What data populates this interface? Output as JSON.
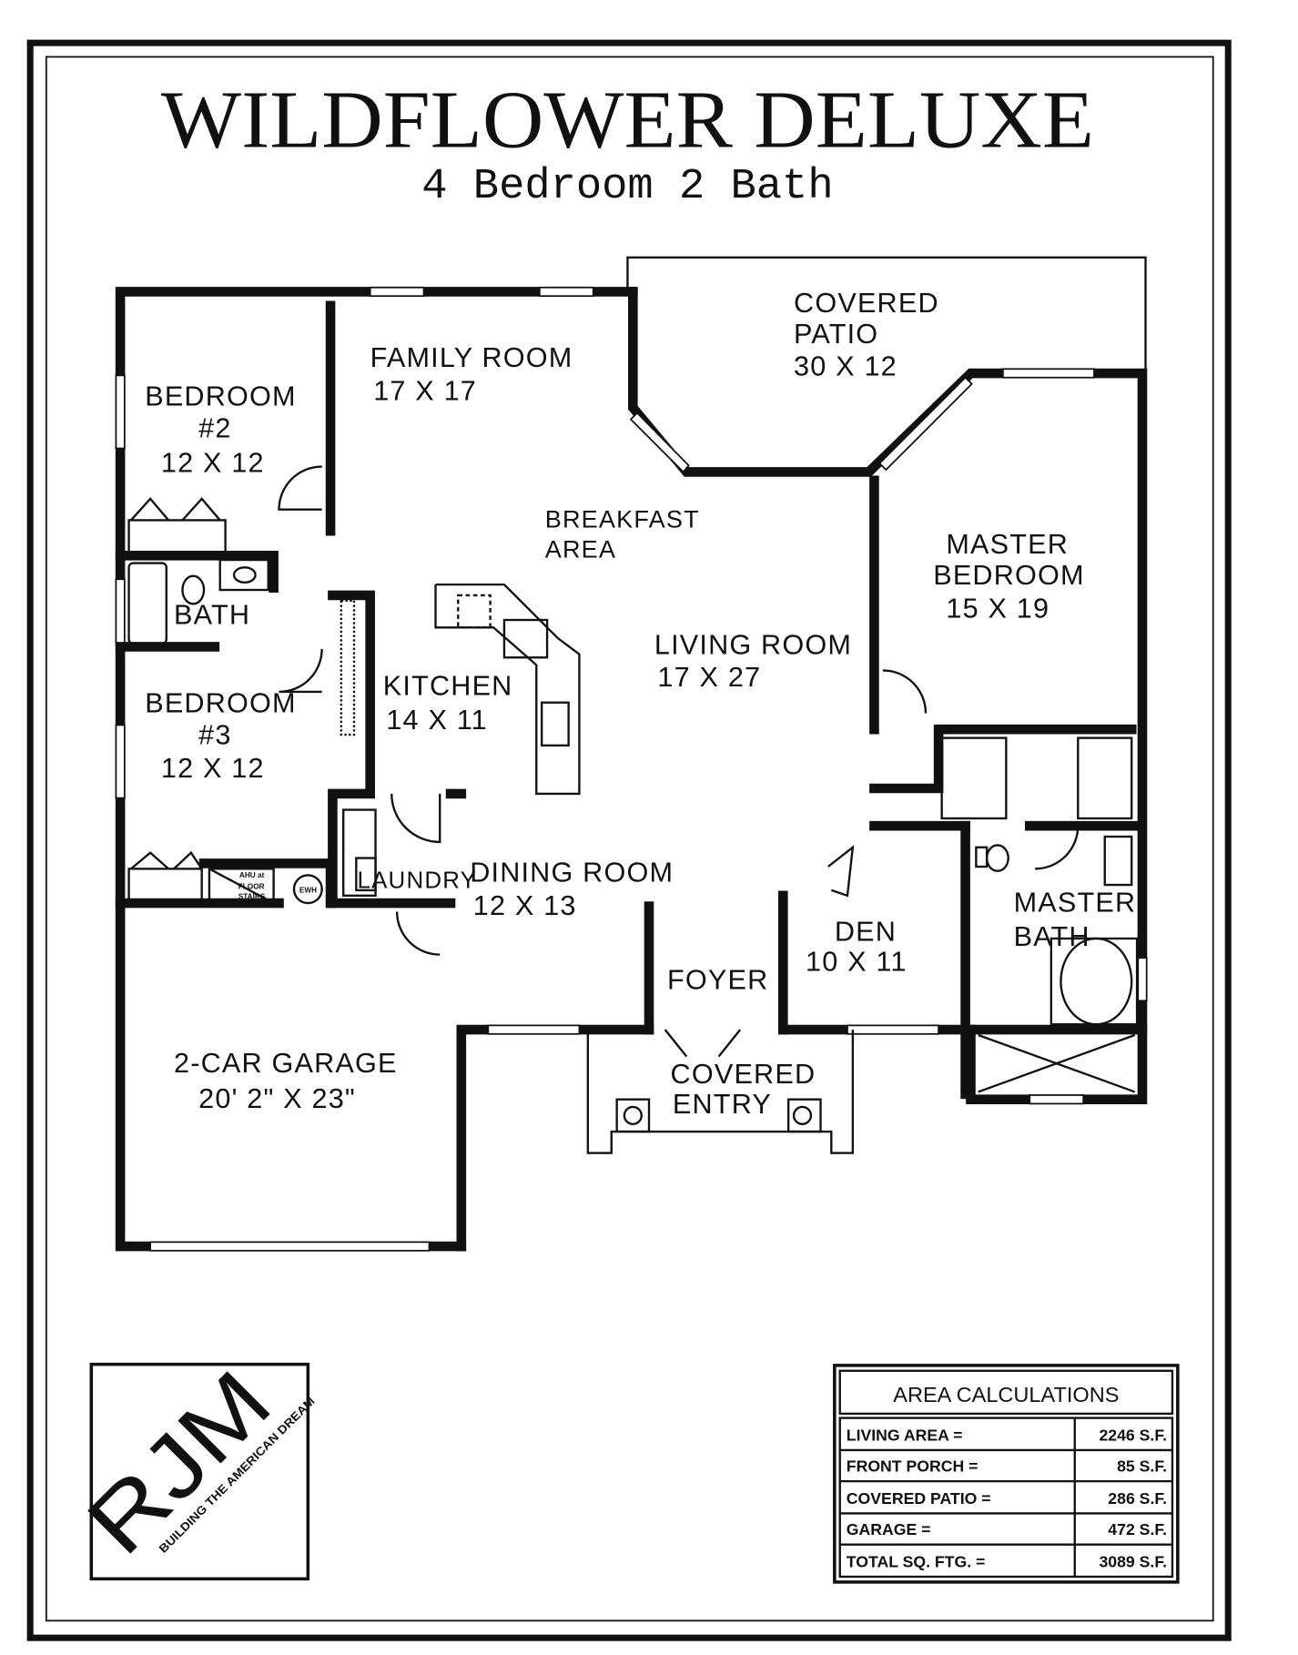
{
  "title": "WILDFLOWER DELUXE",
  "subtitle": "4 Bedroom 2 Bath",
  "rooms": {
    "covered_patio": {
      "name1": "COVERED",
      "name2": "PATIO",
      "size": "30 X 12"
    },
    "family_room": {
      "name": "FAMILY ROOM",
      "size": "17 X 17"
    },
    "bedroom2": {
      "name1": "BEDROOM",
      "name2": "#2",
      "size": "12 X 12"
    },
    "breakfast": {
      "name1": "BREAKFAST",
      "name2": "AREA"
    },
    "master_bedroom": {
      "name1": "MASTER",
      "name2": "BEDROOM",
      "size": "15 X 19"
    },
    "bath": {
      "name": "BATH"
    },
    "living_room": {
      "name": "LIVING ROOM",
      "size": "17 X 27"
    },
    "kitchen": {
      "name": "KITCHEN",
      "size": "14 X 11"
    },
    "bedroom3": {
      "name1": "BEDROOM",
      "name2": "#3",
      "size": "12 X 12"
    },
    "laundry": {
      "name": "LAUNDRY"
    },
    "dining_room": {
      "name": "DINING ROOM",
      "size": "12 X 13"
    },
    "master_bath": {
      "name1": "MASTER",
      "name2": "BATH"
    },
    "den": {
      "name": "DEN",
      "size": "10 X 11"
    },
    "foyer": {
      "name": "FOYER"
    },
    "garage": {
      "name": "2-CAR GARAGE",
      "size": "20' 2\" X 23\""
    },
    "covered_entry": {
      "name1": "COVERED",
      "name2": "ENTRY"
    },
    "ahu": {
      "line1": "AHU at",
      "line2": "FLOOR",
      "line3": "STAIRS"
    },
    "ewh": "EWH"
  },
  "logo": {
    "letters": "RJM",
    "tagline": "BUILDING THE AMERICAN DREAM"
  },
  "area_calculations": {
    "title": "AREA CALCULATIONS",
    "rows": [
      {
        "label": "LIVING AREA =",
        "value": "2246 S.F."
      },
      {
        "label": "FRONT PORCH =",
        "value": "85 S.F."
      },
      {
        "label": "COVERED PATIO =",
        "value": "286 S.F."
      },
      {
        "label": "GARAGE =",
        "value": "472 S.F."
      },
      {
        "label": "TOTAL SQ. FTG. =",
        "value": "3089 S.F."
      }
    ]
  }
}
